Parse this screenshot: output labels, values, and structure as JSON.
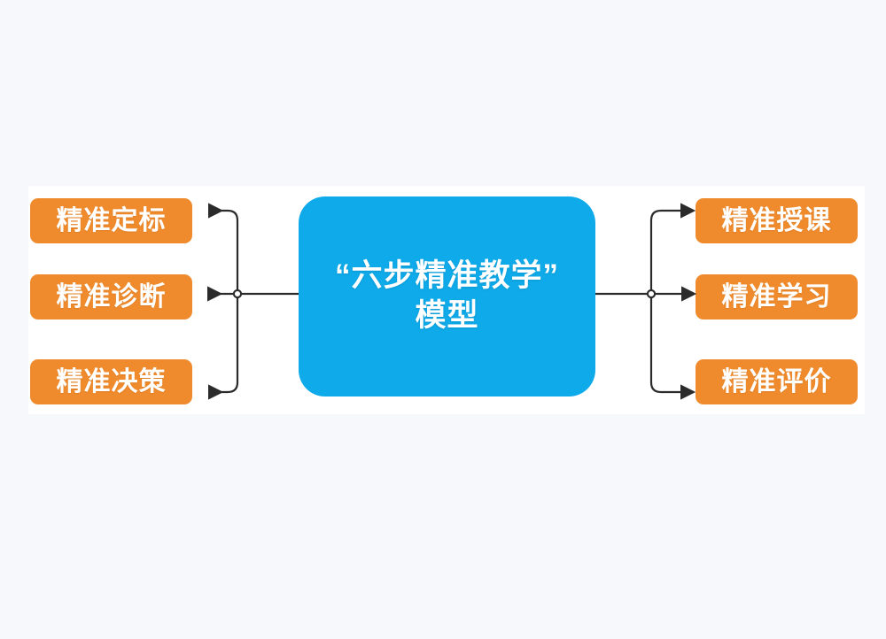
{
  "diagram": {
    "title_center": {
      "line1": "“六步精准教学”",
      "line2": "模型"
    },
    "colors": {
      "background": "#f7f8fc",
      "panel": "#ffffff",
      "node_orange": "#ef8b2c",
      "center_blue": "#0faae9",
      "connector": "#2b2b2b",
      "node_text": "#ffffff"
    },
    "left_nodes": [
      {
        "label": "精准定标"
      },
      {
        "label": "精准诊断"
      },
      {
        "label": "精准决策"
      }
    ],
    "right_nodes": [
      {
        "label": "精准授课"
      },
      {
        "label": "精准学习"
      },
      {
        "label": "精准评价"
      }
    ],
    "connectors": {
      "left_junction_label": "left-branch-junction",
      "right_junction_label": "right-branch-junction",
      "arrow_direction_left": "left",
      "arrow_direction_right": "right"
    }
  }
}
